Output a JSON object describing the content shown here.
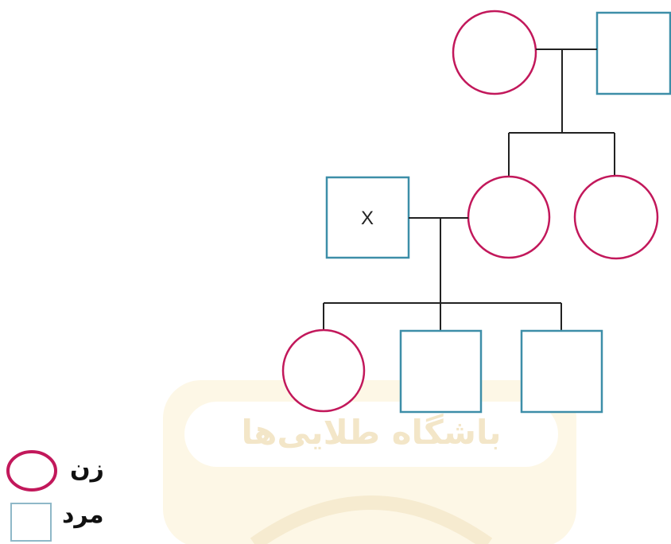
{
  "diagram": {
    "individuals": [
      {
        "id": "gen1-female",
        "sex": "female",
        "label": ""
      },
      {
        "id": "gen1-male",
        "sex": "male",
        "label": ""
      },
      {
        "id": "gen2-female-married",
        "sex": "female",
        "label": ""
      },
      {
        "id": "gen2-female-sibling",
        "sex": "female",
        "label": ""
      },
      {
        "id": "gen2-male-x",
        "sex": "male",
        "label": "X"
      },
      {
        "id": "gen3-female",
        "sex": "female",
        "label": ""
      },
      {
        "id": "gen3-male-1",
        "sex": "male",
        "label": ""
      },
      {
        "id": "gen3-male-2",
        "sex": "male",
        "label": ""
      }
    ],
    "colors": {
      "female_stroke": "#c2185b",
      "male_stroke": "#3d8ea8",
      "line": "#222222",
      "watermark": "#f3e6c8"
    }
  },
  "legend": {
    "female_label": "زن",
    "male_label": "مرد"
  },
  "watermark": {
    "text": "باشگاه طلایی‌ها"
  }
}
